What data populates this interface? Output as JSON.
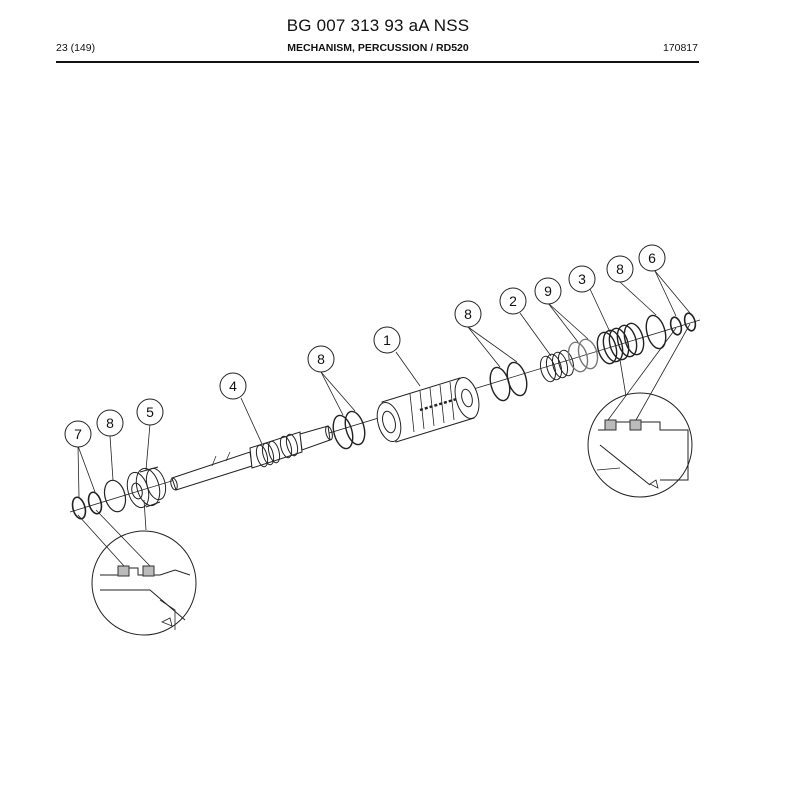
{
  "header": {
    "document_id": "BG 007 313 93 aA NSS",
    "page": "23 (149)",
    "section_bold": "MECHANISM, PERCUSSION",
    "section_sep": " / ",
    "section_model": "RD520",
    "date_code": "170817"
  },
  "drawing": {
    "callouts": [
      "1",
      "2",
      "3",
      "4",
      "5",
      "6",
      "7",
      "8",
      "8",
      "8",
      "8",
      "9"
    ]
  }
}
